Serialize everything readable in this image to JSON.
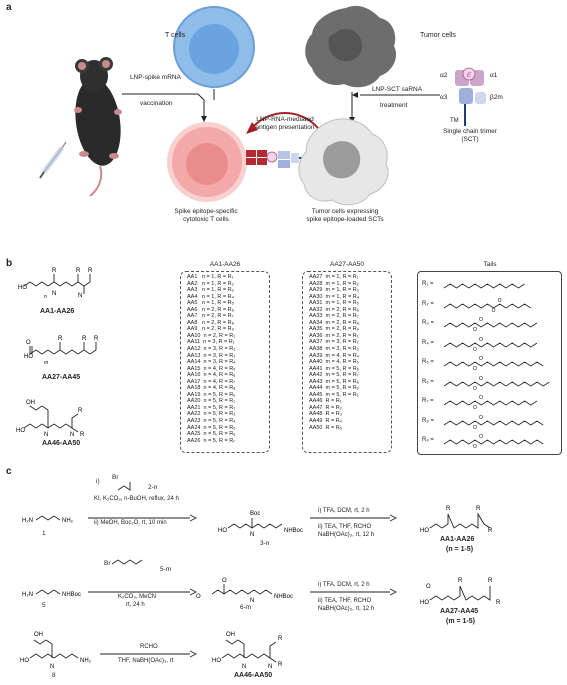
{
  "panels": {
    "a": "a",
    "b": "b",
    "c": "c"
  },
  "panel_a": {
    "t_cells": "T cells",
    "tumor_cells": "Tumor cells",
    "lnp_spike_1": "LNP-spike mRNA",
    "lnp_spike_2": "vaccination",
    "lnp_sct_1": "LNP-SCT saRNA",
    "lnp_sct_2": "treatment",
    "presentation_1": "LNP-RNA-mediated",
    "presentation_2": "antigen presentation",
    "ctl_1": "Spike epitope-specific",
    "ctl_2": "cytotoxic T cells",
    "tumor_sct_1": "Tumor cells expressing",
    "tumor_sct_2": "spike epitope-loaded SCTs",
    "alpha2": "α2",
    "alpha1": "α1",
    "alpha3": "α3",
    "b2m": "β2m",
    "epitope": "E",
    "tm": "TM",
    "sct_1": "Single chain trimer",
    "sct_2": "(SCT)",
    "colors": {
      "tcell": "#7fb2e5",
      "tumor": "#6e6e6e",
      "ctl": "#f4a3a3",
      "arrow_red": "#a31f24"
    }
  },
  "panel_b": {
    "label_aa1": "AA1-AA26",
    "label_aa27": "AA27-AA45",
    "label_aa46": "AA46-AA50",
    "list1_title": "AA1-AA26",
    "list2_title": "AA27-AA50",
    "tails_title": "Tails",
    "list1": [
      "AA1   n = 1, R = R₁",
      "AA2   n = 1, R = R₂",
      "AA3   n = 1, R = R₃",
      "AA4   n = 1, R = R₄",
      "AA5   n = 1, R = R₅",
      "AA6   n = 2, R = R₆",
      "AA7   n = 2, R = R₇",
      "AA8   n = 2, R = R₈",
      "AA9   n = 2, R = R₉",
      "AA10  n = 2, R = R₁",
      "AA11  n = 3, R = R₁",
      "AA12  n = 3, R = R₂",
      "AA13  n = 3, R = R₃",
      "AA14  n = 3, R = R₄",
      "AA15  n = 4, R = R₅",
      "AA16  n = 4, R = R₆",
      "AA17  n = 4, R = R₇",
      "AA18  n = 4, R = R₈",
      "AA19  n = 5, R = R₉",
      "AA20  n = 5, R = R₁",
      "AA21  n = 5, R = R₂",
      "AA22  n = 5, R = R₃",
      "AA23  n = 5, R = R₄",
      "AA24  n = 5, R = R₅",
      "AA25  n = 5, R = R₆",
      "AA26  n = 5, R = R₇"
    ],
    "list2": [
      "AA27  m = 1, R = R₁",
      "AA28  m = 1, R = R₂",
      "AA29  m = 1, R = R₃",
      "AA30  m = 1, R = R₄",
      "AA31  m = 1, R = R₅",
      "AA32  m = 2, R = R₆",
      "AA33  m = 2, R = R₇",
      "AA34  m = 2, R = R₈",
      "AA35  m = 2, R = R₉",
      "AA36  m = 2, R = R₁",
      "AA37  m = 3, R = R₂",
      "AA38  m = 3, R = R₃",
      "AA39  m = 4, R = R₄",
      "AA40  m = 4, R = R₅",
      "AA41  m = 5, R = R₆",
      "AA42  m = 5, R = R₇",
      "AA43  m = 5, R = R₈",
      "AA44  m = 5, R = R₉",
      "AA45  m = 5, R = R₁",
      "AA46  R = R₁",
      "AA47  R = R₂",
      "AA48  R = R₃",
      "AA49  R = R₄",
      "AA50  R = R₅"
    ],
    "tails": [
      "R₁ =",
      "R₂ =",
      "R₃ =",
      "R₄ =",
      "R₅ =",
      "R₆ =",
      "R₇ =",
      "R₈ =",
      "R₉ ="
    ]
  },
  "panel_c": {
    "row1": {
      "cmpd_start": "1",
      "reagent_br": "Br",
      "reagent_id": "2-n",
      "step_i": "i)",
      "cond_1": "KI, K₂CO₃, n-BuOH, reflux, 24 h",
      "cond_2": "ii) MeOH, Boc₂O, rt, 10 min",
      "intermediate": "3-n",
      "deprot": "i) TFA, DCM, rt, 2 h",
      "red_amin_1": "ii) TEA, THF, RCHO",
      "red_amin_2": "NaBH(OAc)₃, rt, 12 h",
      "product": "AA1-AA26",
      "product_note": "(n = 1-5)"
    },
    "row2": {
      "cmpd_start": "5",
      "reagent_br": "Br",
      "reagent_id": "5-m",
      "cond_1": "K₂CO₃, MeCN",
      "cond_2": "rt, 24 h",
      "intermediate": "6-m",
      "deprot": "i) TFA, DCM, rt, 2 h",
      "red_amin_1": "ii) TEA, THF, RCHO",
      "red_amin_2": "NaBH(OAc)₃, rt, 12 h",
      "product": "AA27-AA45",
      "product_note": "(m = 1-5)"
    },
    "row3": {
      "cmpd_start": "8",
      "reagent": "RCHO",
      "cond_1": "THF, NaBH(OAc)₃, rt",
      "product": "AA46-AA50"
    }
  }
}
